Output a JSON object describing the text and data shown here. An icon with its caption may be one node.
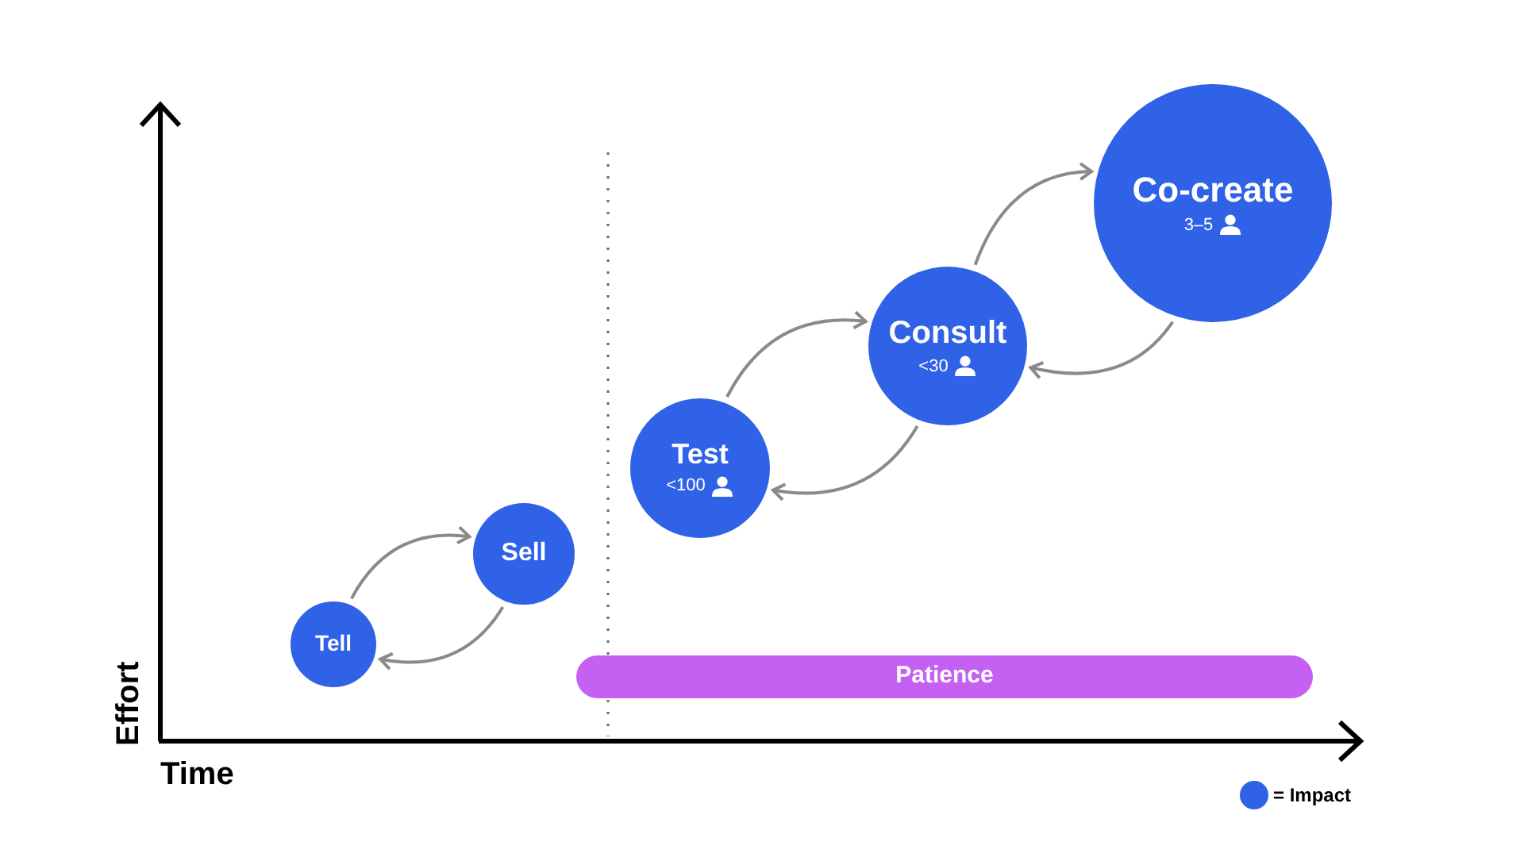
{
  "diagram": {
    "nodes": [
      {
        "text": [
          "Tell"
        ]
      },
      {
        "text": [
          "Sell"
        ]
      },
      {
        "text": [
          "Test",
          "<100"
        ]
      },
      {
        "text": [
          "Consult",
          "<30"
        ]
      },
      {
        "text": [
          "Co-create",
          "3–5"
        ]
      },
      {
        "text": [
          "Patience"
        ]
      }
    ],
    "edges": [
      {
        "from": 0,
        "to": 1,
        "arrow": "to"
      },
      {
        "from": 1,
        "to": 0,
        "arrow": "to"
      },
      {
        "from": 2,
        "to": 3,
        "arrow": "to"
      },
      {
        "from": 3,
        "to": 2,
        "arrow": "to"
      },
      {
        "from": 3,
        "to": 4,
        "arrow": "to"
      },
      {
        "from": 4,
        "to": 3,
        "arrow": "to"
      }
    ],
    "labels": [
      "Effort",
      "Time"
    ],
    "legend": [
      {
        "text": "= Impact",
        "color": "#2f62e6"
      }
    ]
  }
}
